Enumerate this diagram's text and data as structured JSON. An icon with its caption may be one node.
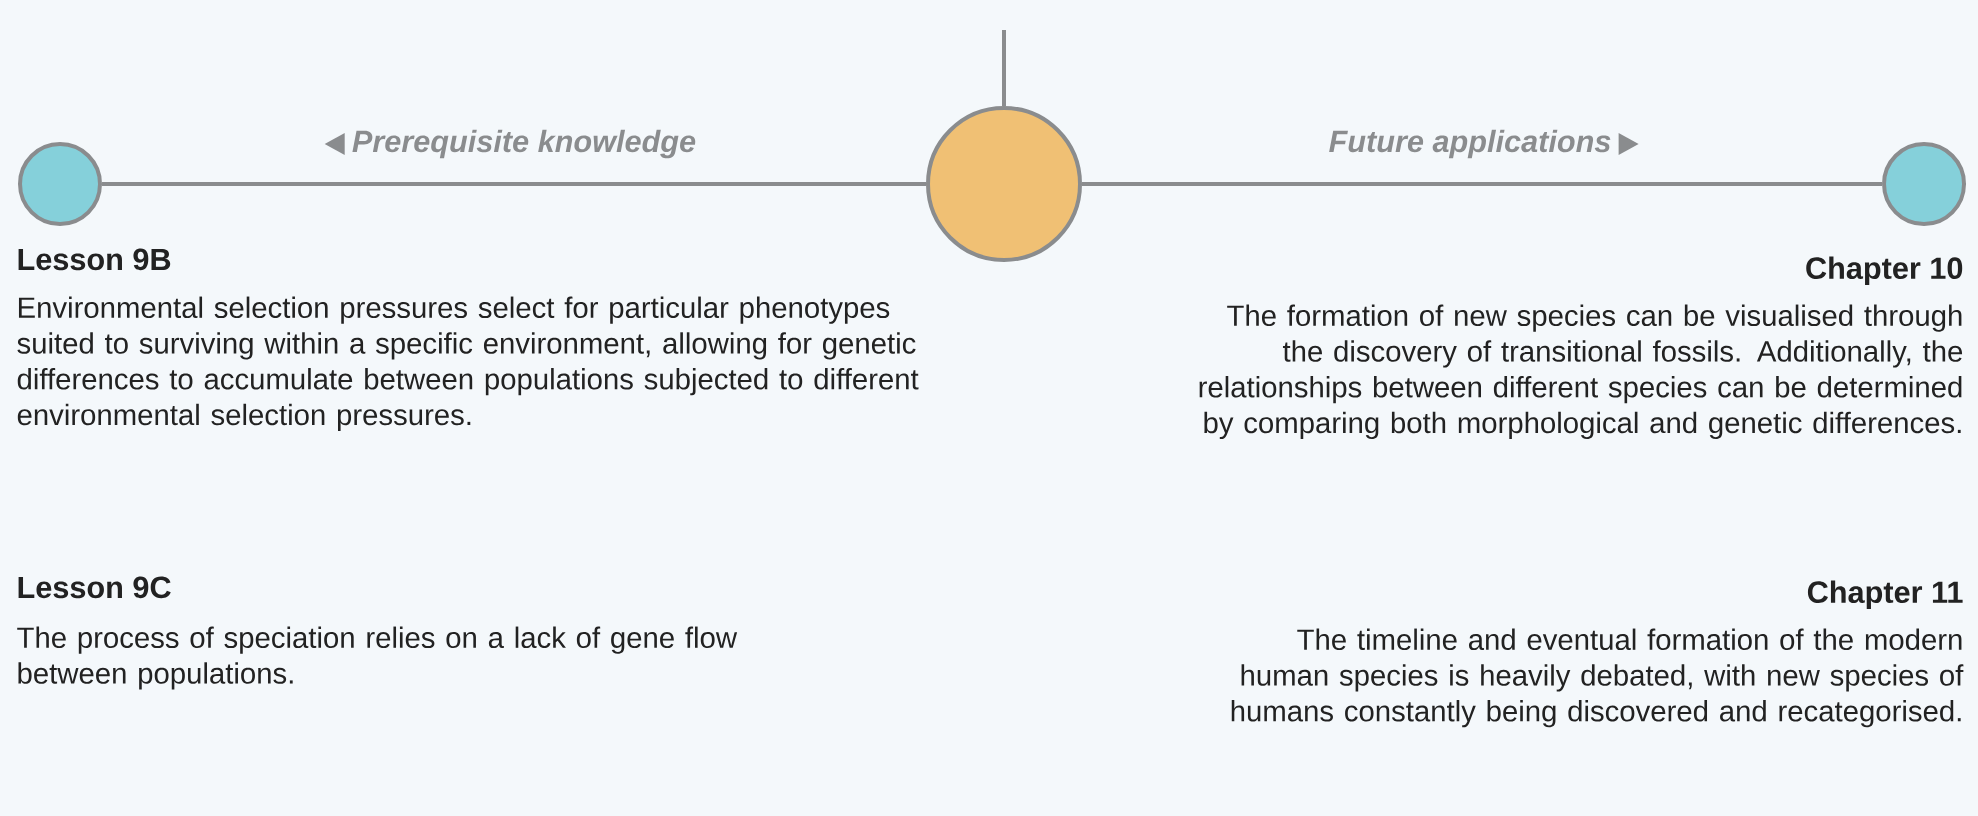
{
  "diagram": {
    "nodes": [
      {
        "text": [],
        "shape": "circle"
      },
      {
        "text": [],
        "shape": "circle"
      },
      {
        "text": [],
        "shape": "circle"
      }
    ],
    "edges": [
      {
        "from": 0,
        "to": 1,
        "arrow": "none",
        "label": "Prerequisite knowledge"
      },
      {
        "from": 1,
        "to": 2,
        "arrow": "none",
        "label": "Future applications"
      },
      {
        "from": null,
        "to": 1,
        "arrow": "none"
      }
    ],
    "labels": [
      "Lesson 9B",
      "Environmental selection pressures select for particular phenotypes suited to surviving within a specific environment, allowing for genetic differences to accumulate between populations subjected to different environmental selection pressures.",
      "Lesson 9C",
      "The process of speciation relies on a lack of gene flow between populations.",
      "Chapter 10",
      "The formation of new species can be visualised through the discovery of transitional fossils. Additionally, the relationships between different species can be determined by comparing both morphological and genetic differences.",
      "Chapter 11",
      "The timeline and eventual formation of the modern human species is heavily debated, with new species of humans constantly being discovered and recategorised."
    ]
  }
}
